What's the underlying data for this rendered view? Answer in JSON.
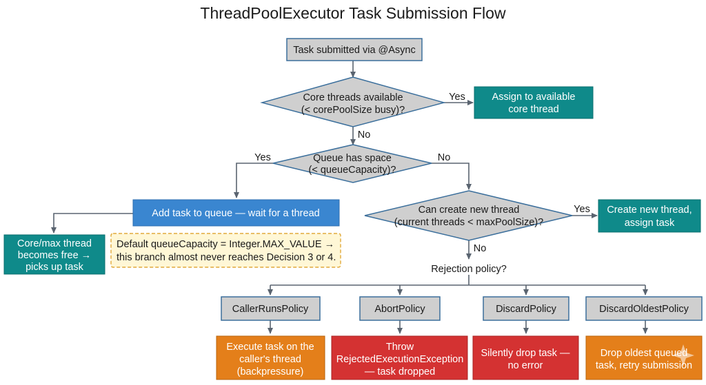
{
  "title": "ThreadPoolExecutor Task Submission Flow",
  "nodes": {
    "start": "Task submitted via @Async",
    "core_decision": [
      "Core threads available",
      "(< corePoolSize busy)?"
    ],
    "assign_core": [
      "Assign to available",
      "core thread"
    ],
    "queue_decision": [
      "Queue has space",
      "(< queueCapacity)?"
    ],
    "add_queue": "Add task to queue — wait for a thread",
    "core_max_free": [
      "Core/max thread",
      "becomes free →",
      "picks up task"
    ],
    "note": [
      "Default queueCapacity = Integer.MAX_VALUE →",
      "this branch almost never reaches Decision 3 or 4."
    ],
    "new_thread_decision": [
      "Can create new thread",
      "(current threads < maxPoolSize)?"
    ],
    "create_thread": [
      "Create new thread,",
      "assign task"
    ],
    "rejection": "Rejection policy?",
    "policies": [
      "CallerRunsPolicy",
      "AbortPolicy",
      "DiscardPolicy",
      "DiscardOldestPolicy"
    ],
    "outcomes": [
      [
        "Execute task on the",
        "caller's thread",
        "(backpressure)"
      ],
      [
        "Throw",
        "RejectedExecutionException",
        "— task dropped"
      ],
      [
        "Silently drop task —",
        "no error"
      ],
      [
        "Drop oldest queued",
        "task, retry submission"
      ]
    ]
  },
  "edge_labels": {
    "yes": "Yes",
    "no": "No"
  },
  "colors": {
    "decision_fill": "#cfcfcf",
    "action_teal": "#0f8a8a",
    "action_blue": "#3a86d0",
    "outcome_orange": "#e47f1a",
    "outcome_red": "#d43232",
    "note_fill": "#fff7d6",
    "edge": "#5a6470"
  }
}
